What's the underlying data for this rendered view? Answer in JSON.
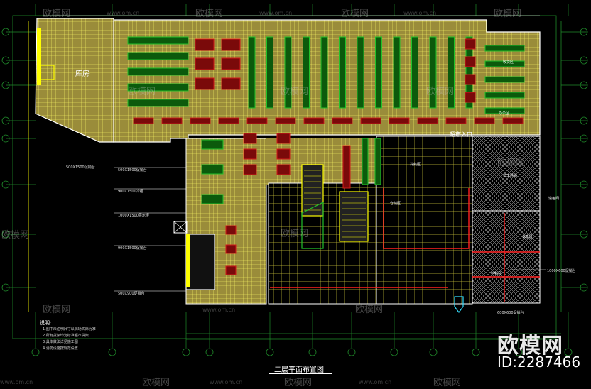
{
  "drawing": {
    "title": "二层平面布置图",
    "storage_label": "库房",
    "entrance_label": "超市入口"
  },
  "watermarks": {
    "brand": "欧模网",
    "url": "www.om.cn",
    "big_brand": "欧模网",
    "id": "ID:2287466"
  },
  "notes": {
    "heading": "说明:",
    "lines": [
      "1.图中未注明尺寸以现场实际为准",
      "2.所有货架均为标准超市货架",
      "3.具体做法详见施工图",
      "4.消防设施按规范设置"
    ]
  },
  "annotations": [
    "500X1500促销台",
    "500X1500促销台",
    "900X1500冷柜",
    "1000X1500展示柜",
    "900X1500促销台",
    "500X900促销台",
    "1000X600促销台",
    "600X600促销台"
  ],
  "rooms": [
    "收货区",
    "办公区",
    "冷藏区",
    "仓储区",
    "员工通道",
    "卫生间",
    "休息区",
    "设备间"
  ],
  "colors": {
    "background": "#000000",
    "floor_fill": "#9a8c3a",
    "grid": "#ffff66",
    "wall": "#ffffff",
    "shelf": "#22c22a",
    "promo": "#d21a1a",
    "dim_line": "#2ecc40",
    "cyan": "#33e0ff",
    "red_line": "#ff2020",
    "yellow": "#ffff00"
  }
}
